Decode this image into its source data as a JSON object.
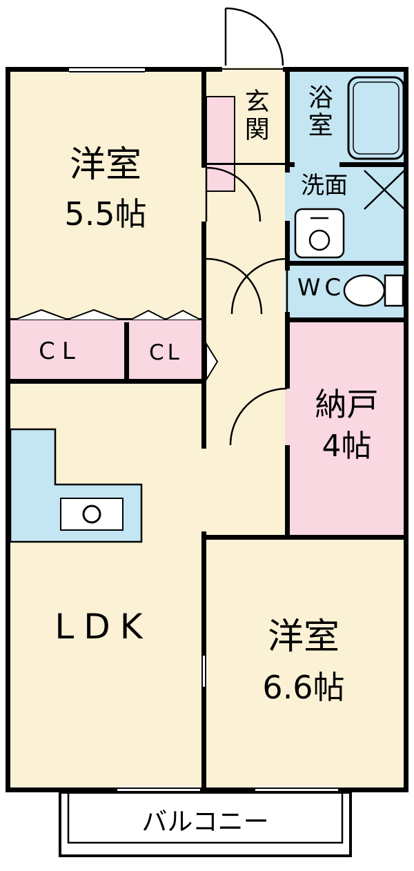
{
  "colors": {
    "cream": "#FBF2D5",
    "pink": "#F9D8E2",
    "blue": "#C4E5F2",
    "wall": "#000000",
    "white": "#FFFFFF"
  },
  "rooms": {
    "bedroom_55": {
      "label": "洋室",
      "size": "5.5帖"
    },
    "entrance": {
      "label": "玄関"
    },
    "bathroom": {
      "label": "浴室"
    },
    "washroom": {
      "label": "洗面"
    },
    "toilet": {
      "label": "WC"
    },
    "closet_left": {
      "label": "CL"
    },
    "closet_right": {
      "label": "CL"
    },
    "storage": {
      "label": "納戸",
      "size": "4帖"
    },
    "ldk": {
      "label": "LDK"
    },
    "bedroom_66": {
      "label": "洋室",
      "size": "6.6帖"
    },
    "balcony": {
      "label": "バルコニー"
    }
  }
}
